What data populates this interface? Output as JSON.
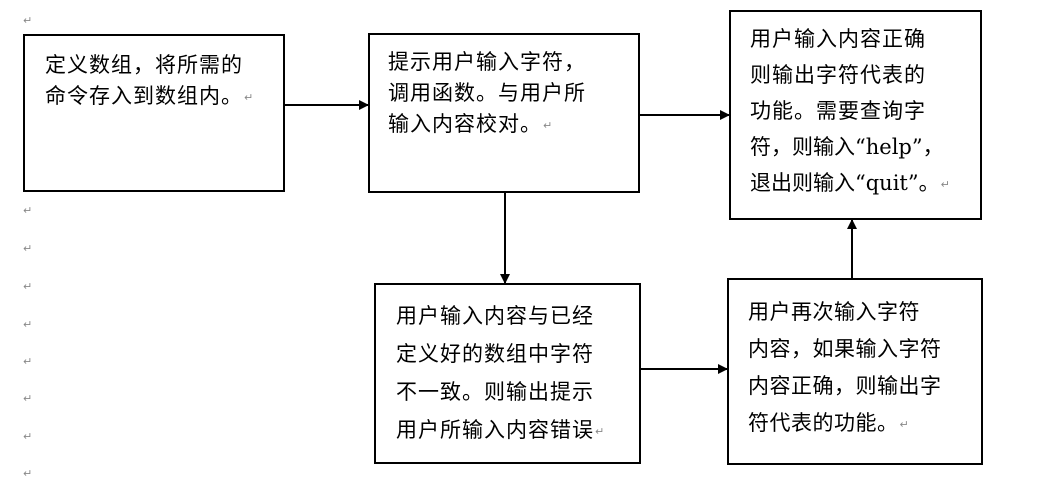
{
  "paragraph_mark": "↵",
  "flow": {
    "define": {
      "lines": [
        "定义数组，将所需的",
        "命令存入到数组内。"
      ]
    },
    "prompt": {
      "lines": [
        "提示用户输入字符，",
        "调用函数。与用户所",
        "输入内容校对。"
      ]
    },
    "correct": {
      "lines": [
        "用户输入内容正确",
        "则输出字符代表的",
        "功能。需要查询字",
        "符，则输入“help”，",
        "退出则输入“quit”。"
      ]
    },
    "mismatch": {
      "lines": [
        "用户输入内容与已经",
        "定义好的数组中字符",
        "不一致。则输出提示",
        "用户所输入内容错误"
      ]
    },
    "retry": {
      "lines": [
        "用户再次输入字符",
        "内容，如果输入字符",
        "内容正确，则输出字",
        "符代表的功能。"
      ]
    }
  }
}
